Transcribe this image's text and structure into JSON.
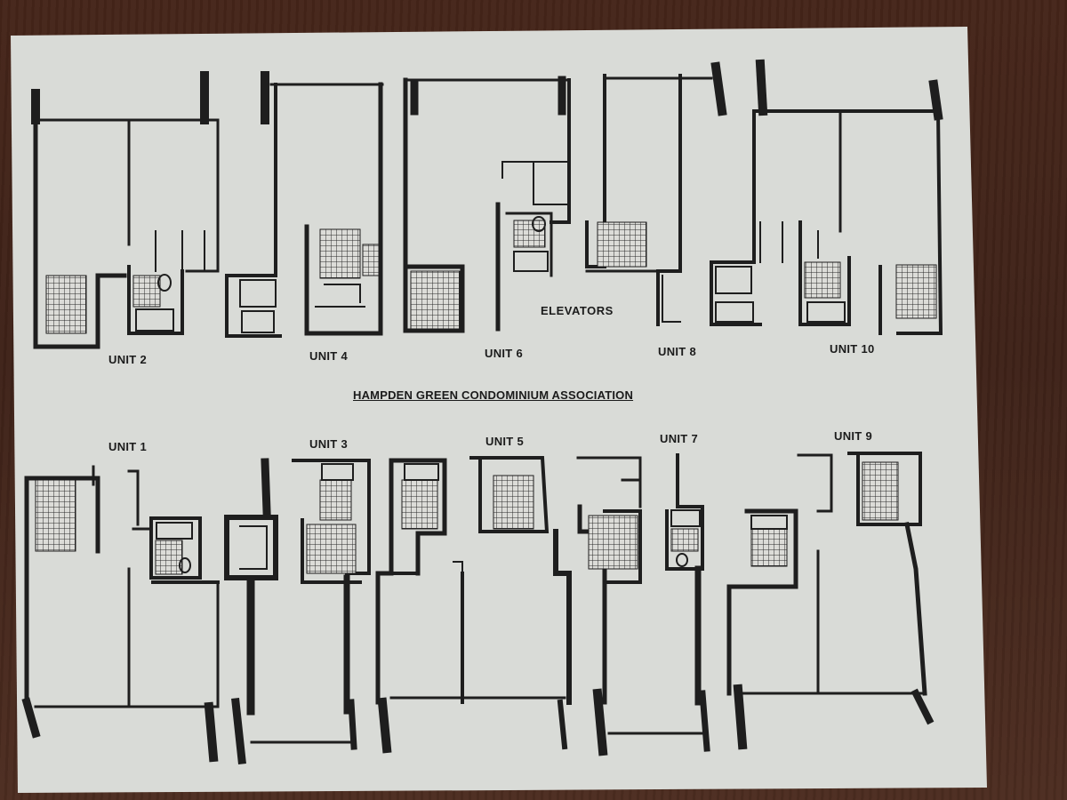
{
  "document": {
    "title": "HAMPDEN GREEN CONDOMINIUM ASSOCIATION",
    "elevators_label": "ELEVATORS"
  },
  "units_top": [
    {
      "label": "UNIT 2"
    },
    {
      "label": "UNIT 4"
    },
    {
      "label": "UNIT 6"
    },
    {
      "label": "UNIT 8"
    },
    {
      "label": "UNIT 10"
    }
  ],
  "units_bottom": [
    {
      "label": "UNIT 1"
    },
    {
      "label": "UNIT 3"
    },
    {
      "label": "UNIT 5"
    },
    {
      "label": "UNIT 7"
    },
    {
      "label": "UNIT 9"
    }
  ],
  "colors": {
    "paper": "#d9dbd7",
    "ink": "#1e1e1e",
    "wood": "#452519"
  }
}
